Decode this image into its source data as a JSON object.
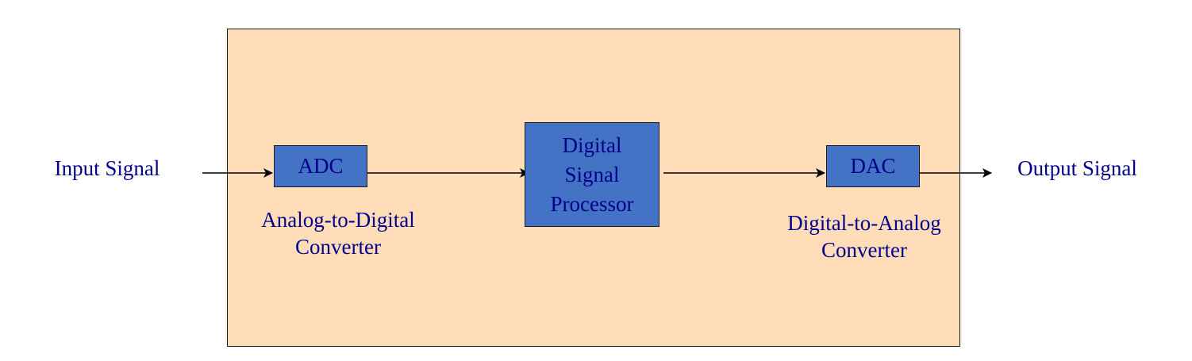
{
  "diagram": {
    "input_label": "Input Signal",
    "output_label": "Output Signal",
    "adc": {
      "label": "ADC",
      "caption": "Analog-to-Digital\nConverter"
    },
    "dsp": {
      "label": "Digital\nSignal\nProcessor"
    },
    "dac": {
      "label": "DAC",
      "caption": "Digital-to-Analog\nConverter"
    },
    "colors": {
      "system_fill": "#FFDDB9",
      "block_fill": "#4472C4",
      "text": "#00008B",
      "stroke": "#000000"
    }
  }
}
